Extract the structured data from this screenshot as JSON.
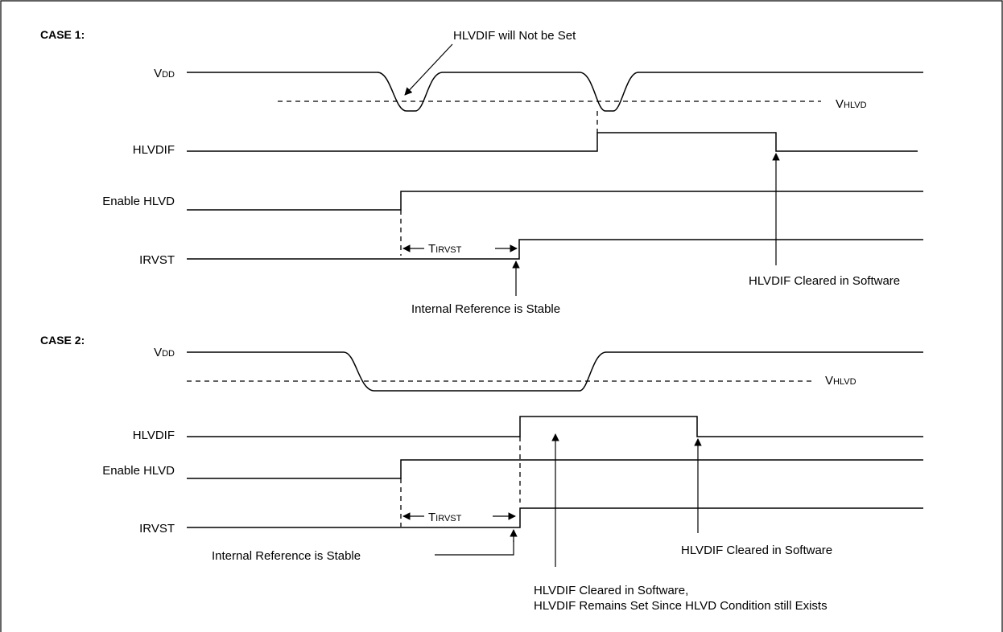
{
  "case1": {
    "title": "CASE 1:",
    "vdd_main": "V",
    "vdd_sub": "DD",
    "vhlvd_main": "V",
    "vhlvd_sub": "HLVD",
    "hlvdif": "HLVDIF",
    "enable": "Enable HLVD",
    "irvst": "IRVST",
    "tirvst_main": "T",
    "tirvst_sub": "IRVST",
    "note_not_set": "HLVDIF will Not be Set",
    "note_stable": "Internal Reference is Stable",
    "note_cleared": "HLVDIF Cleared in Software"
  },
  "case2": {
    "title": "CASE 2:",
    "vdd_main": "V",
    "vdd_sub": "DD",
    "vhlvd_main": "V",
    "vhlvd_sub": "HLVD",
    "hlvdif": "HLVDIF",
    "enable": "Enable HLVD",
    "irvst": "IRVST",
    "tirvst_main": "T",
    "tirvst_sub": "IRVST",
    "note_stable": "Internal Reference is Stable",
    "note_cleared": "HLVDIF Cleared in Software",
    "note_remains_1": "HLVDIF Cleared in Software,",
    "note_remains_2": "HLVDIF Remains Set Since HLVD Condition still Exists"
  }
}
